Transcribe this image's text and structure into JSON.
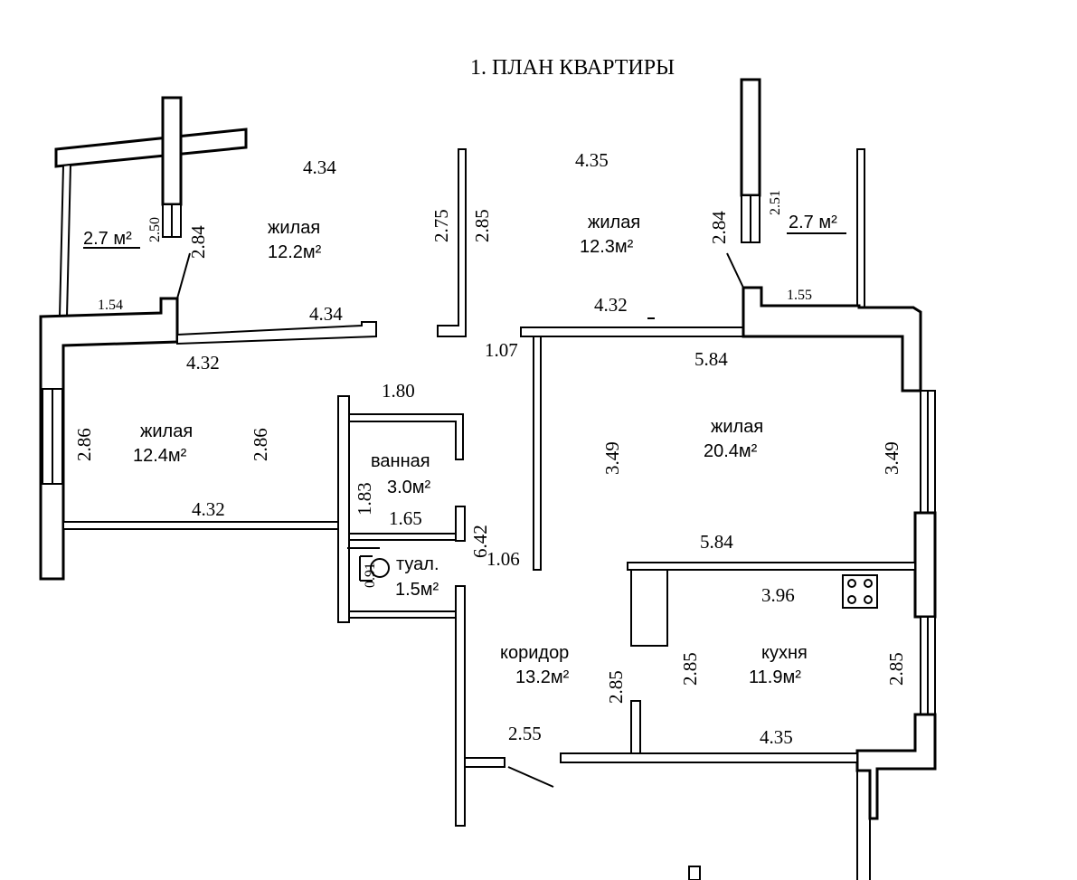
{
  "title": "1. ПЛАН КВАРТИРЫ",
  "rooms": [
    {
      "name": "жилая",
      "area": "12.2м²"
    },
    {
      "name": "жилая",
      "area": "12.3м²"
    },
    {
      "name": "жилая",
      "area": "12.4м²"
    },
    {
      "name": "жилая",
      "area": "20.4м²"
    },
    {
      "name": "ванная",
      "area": "3.0м²"
    },
    {
      "name": "туал.",
      "area": "1.5м²"
    },
    {
      "name": "коридор",
      "area": "13.2м²"
    },
    {
      "name": "кухня",
      "area": "11.9м²"
    }
  ],
  "balconies": [
    "2.7 м²",
    "2.7 м²"
  ],
  "dims": {
    "d1": "4.34",
    "d2": "4.35",
    "d3": "2.50",
    "d4": "2.84",
    "d5": "2.75",
    "d6": "2.85",
    "d7": "2.84",
    "d8": "2.51",
    "d9": "1.54",
    "d10": "4.34",
    "d11": "4.32",
    "d12": "1.55",
    "d13": "4.32",
    "d14": "1.07",
    "d15": "5.84",
    "d16": "1.80",
    "d17": "2.86",
    "d18": "2.86",
    "d19": "3.49",
    "d20": "3.49",
    "d21": "1.83",
    "d22": "4.32",
    "d23": "1.65",
    "d24": "6.42",
    "d25": "1.06",
    "d26": "5.84",
    "d27": "0.91",
    "d28": "3.96",
    "d29": "2.85",
    "d30": "2.85",
    "d31": "2.85",
    "d32": "2.55",
    "d33": "4.35"
  }
}
